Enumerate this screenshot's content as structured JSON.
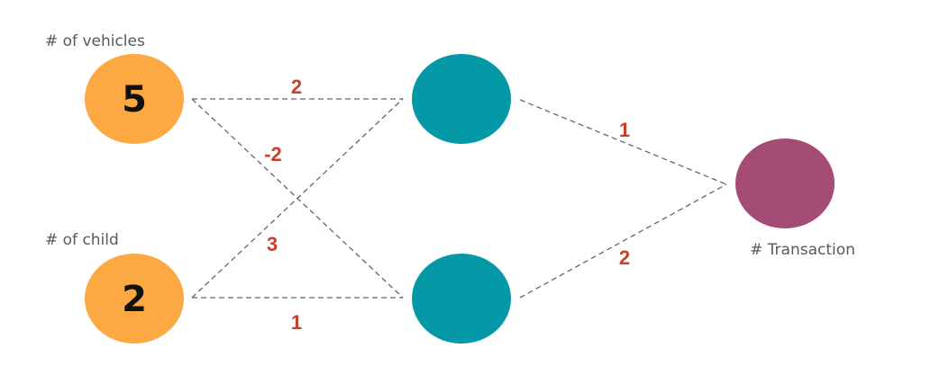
{
  "colors": {
    "input_node": "#fda943",
    "hidden_node": "#0599a8",
    "output_node": "#a54c75",
    "weight_label": "#c8402a",
    "edge": "#666666",
    "label_text": "#555a60"
  },
  "nodes": {
    "inputs": [
      {
        "label": "# of vehicles",
        "value": "5"
      },
      {
        "label": "# of child",
        "value": "2"
      }
    ],
    "hidden": [
      {
        "label": ""
      },
      {
        "label": ""
      }
    ],
    "output": {
      "label": "# Transaction"
    }
  },
  "weights": {
    "vehicles_to_hidden1": "2",
    "vehicles_to_hidden2": "-2",
    "child_to_hidden1": "3",
    "child_to_hidden2": "1",
    "hidden1_to_output": "1",
    "hidden2_to_output": "2"
  }
}
